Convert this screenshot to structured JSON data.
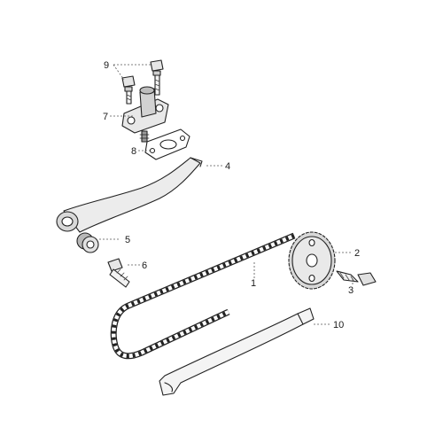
{
  "callouts": {
    "p1": "1",
    "p2": "2",
    "p3": "3",
    "p4": "4",
    "p5": "5",
    "p6": "6",
    "p7": "7",
    "p8": "8",
    "p9": "9",
    "p10": "10"
  },
  "colors": {
    "line": "#222222",
    "fill_light": "#f2f2f2",
    "fill_mid": "#d6d6d6",
    "fill_dark": "#9a9a9a"
  }
}
